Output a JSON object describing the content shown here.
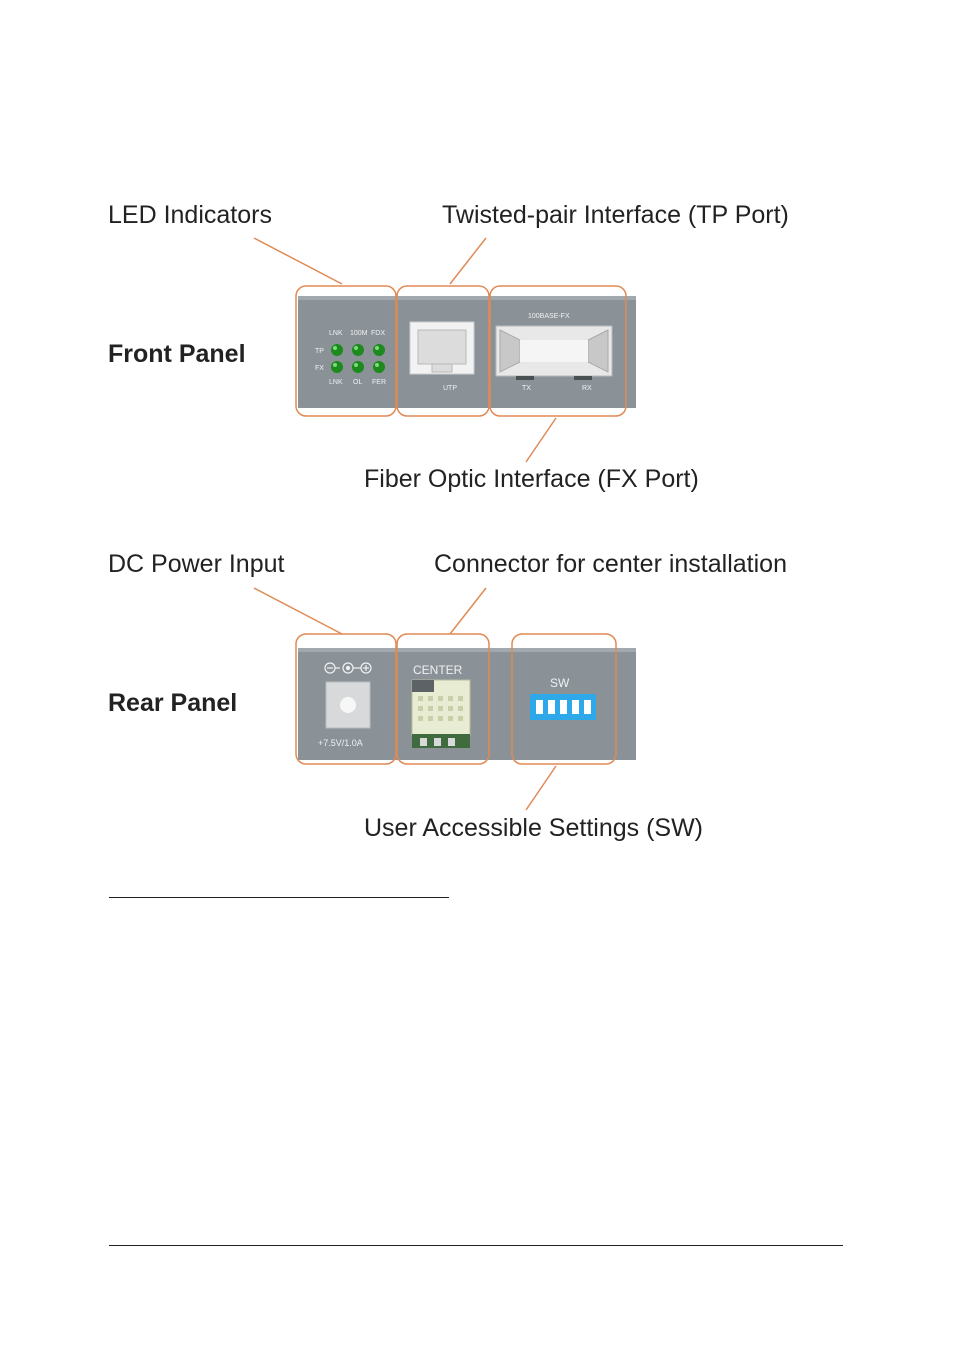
{
  "front_panel": {
    "label": "Front Panel",
    "callouts": {
      "led": "LED Indicators",
      "tp": "Twisted-pair Interface (TP Port)",
      "fx": "Fiber Optic Interface (FX Port)"
    },
    "led_top_labels": [
      "LNK",
      "100M",
      "FDX"
    ],
    "led_side_labels": [
      "TP",
      "FX"
    ],
    "led_bottom_labels": [
      "LNK",
      "OL",
      "FER"
    ],
    "utp_label": "UTP",
    "fx_model": "100BASE-FX",
    "tx_label": "TX",
    "rx_label": "RX"
  },
  "rear_panel": {
    "label": "Rear Panel",
    "callouts": {
      "power": "DC Power Input",
      "center": "Connector for center installation",
      "sw": "User Accessible Settings (SW)"
    },
    "power_rating": "+7.5V/1.0A",
    "center_label": "CENTER",
    "sw_label": "SW"
  },
  "colors": {
    "panel": "#8b9297",
    "callout_line": "#e08a55",
    "led": "#1c8a1c",
    "dip": "#2ea8e8"
  }
}
